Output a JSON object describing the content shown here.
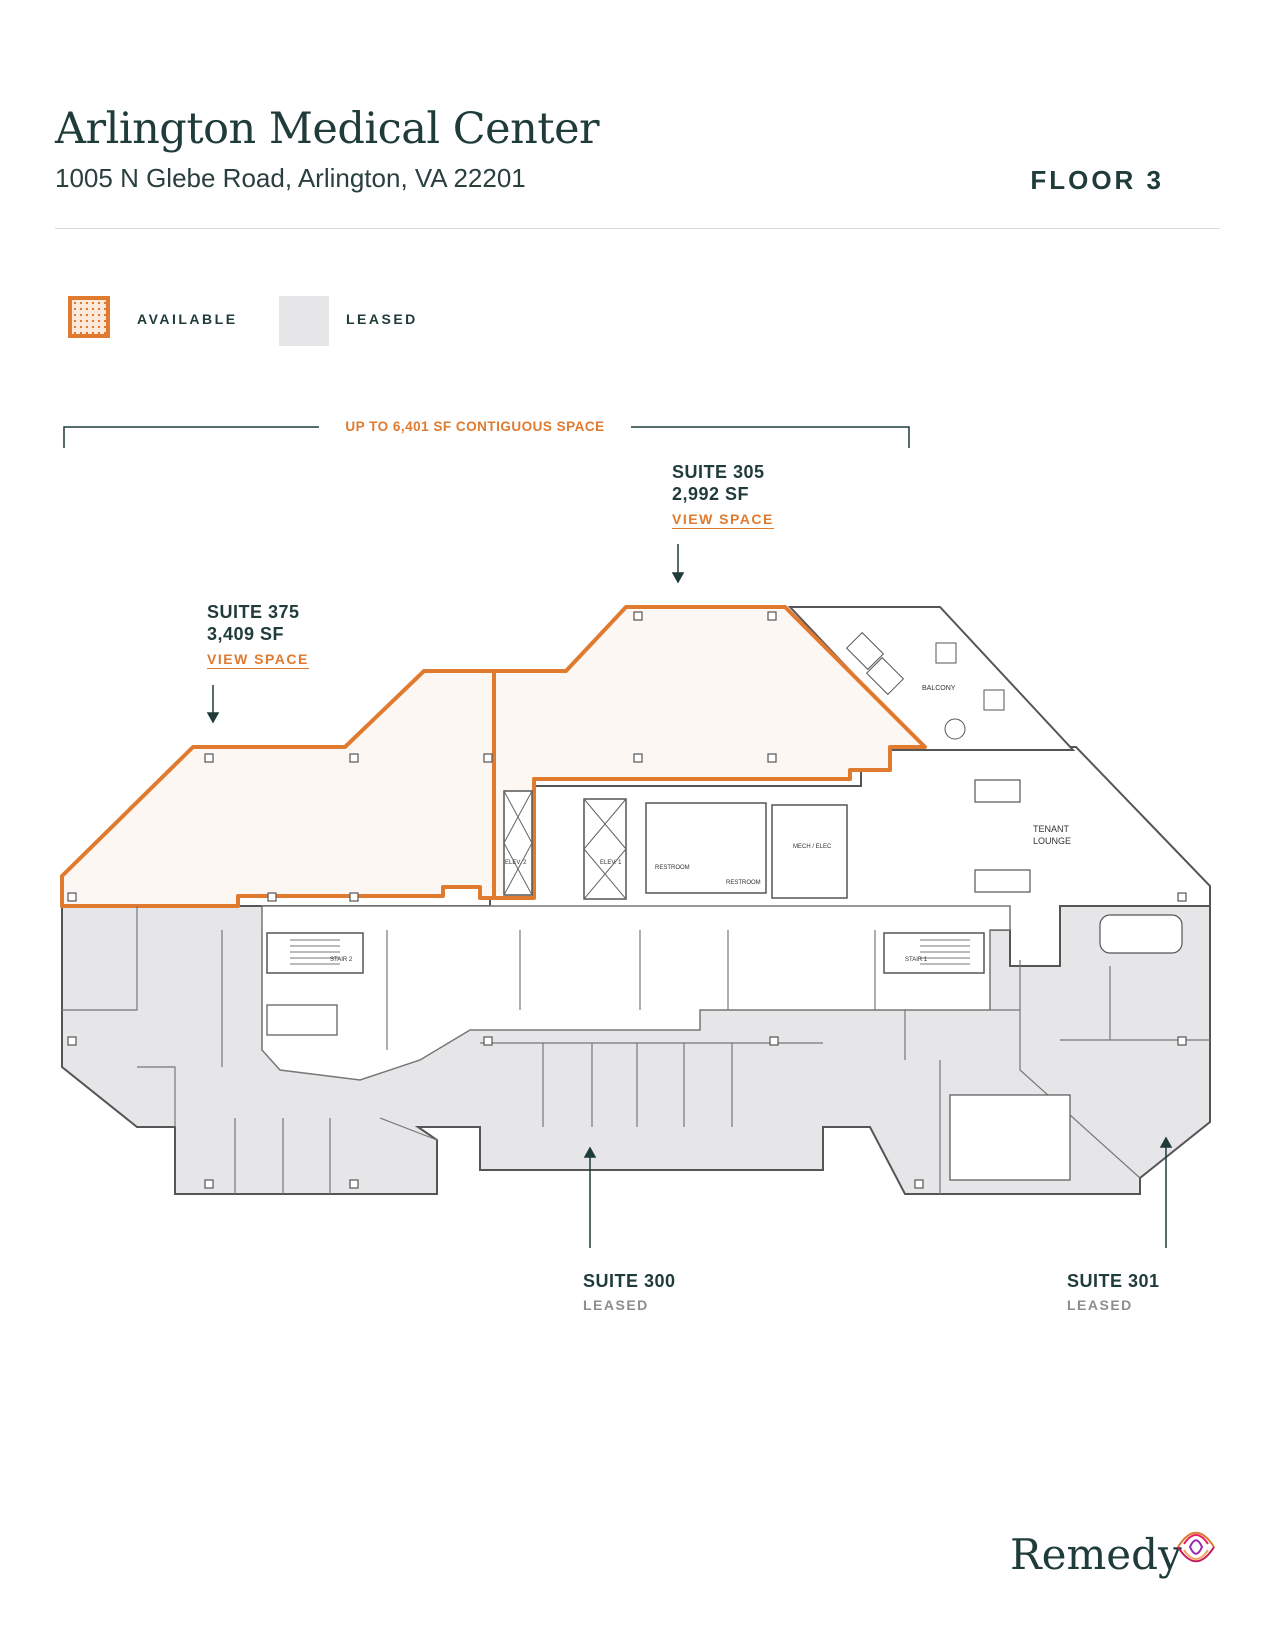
{
  "header": {
    "title": "Arlington Medical Center",
    "address": "1005 N Glebe Road, Arlington, VA 22201",
    "floor": "FLOOR 3"
  },
  "legend": {
    "available": "AVAILABLE",
    "leased": "LEASED"
  },
  "contiguous_label": "UP TO 6,401 SF CONTIGUOUS SPACE",
  "suites": {
    "s305": {
      "name": "SUITE 305",
      "area": "2,992 SF",
      "link": "VIEW SPACE",
      "status": "available"
    },
    "s375": {
      "name": "SUITE 375",
      "area": "3,409 SF",
      "link": "VIEW SPACE",
      "status": "available"
    },
    "s300": {
      "name": "SUITE 300",
      "status_label": "LEASED"
    },
    "s301": {
      "name": "SUITE 301",
      "status_label": "LEASED"
    }
  },
  "plan_labels": {
    "balcony": "BALCONY",
    "tenant_lounge_1": "TENANT",
    "tenant_lounge_2": "LOUNGE",
    "elev1": "ELEV. 1",
    "elev2": "ELEV. 2",
    "restroom_1": "RESTROOM",
    "restroom_2": "RESTROOM",
    "mech": "MECH / ELEC",
    "stair1": "STAIR 1",
    "stair2": "STAIR 2"
  },
  "brand": {
    "name": "Remedy"
  },
  "colors": {
    "available": "#e07a2f",
    "leased": "#e6e6e8",
    "text": "#1f3b3a"
  }
}
